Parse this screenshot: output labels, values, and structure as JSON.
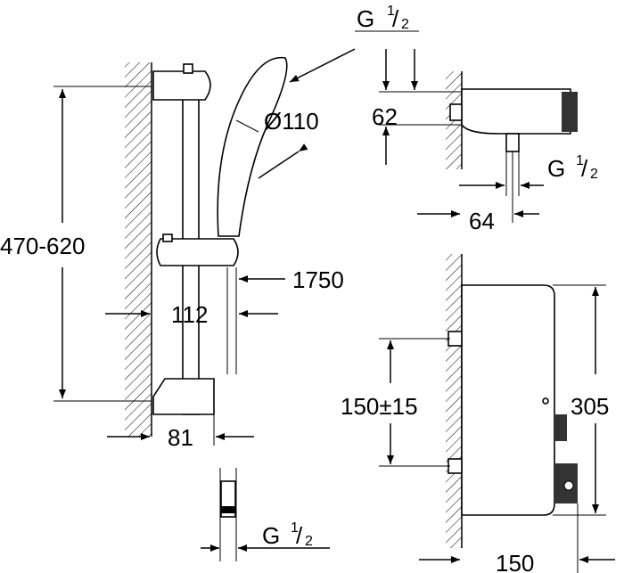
{
  "title": "Thermostat shower set dimension drawing",
  "dimensions": {
    "hand_shower_connection": {
      "label": "G",
      "num": "1",
      "den": "2"
    },
    "hand_shower_diameter": "Ø110",
    "rail_height": "470-620",
    "hose_length": "1750",
    "rail_depth": "112",
    "bracket_depth": "81",
    "hose_connection": {
      "label": "G",
      "num": "1",
      "den": "2"
    },
    "outlet_height": "62",
    "outlet_connection": {
      "label": "G",
      "num": "1",
      "den": "2"
    },
    "outlet_projection": "64",
    "inlet_spacing": "150±15",
    "thermostat_height": "305",
    "thermostat_depth": "150"
  }
}
